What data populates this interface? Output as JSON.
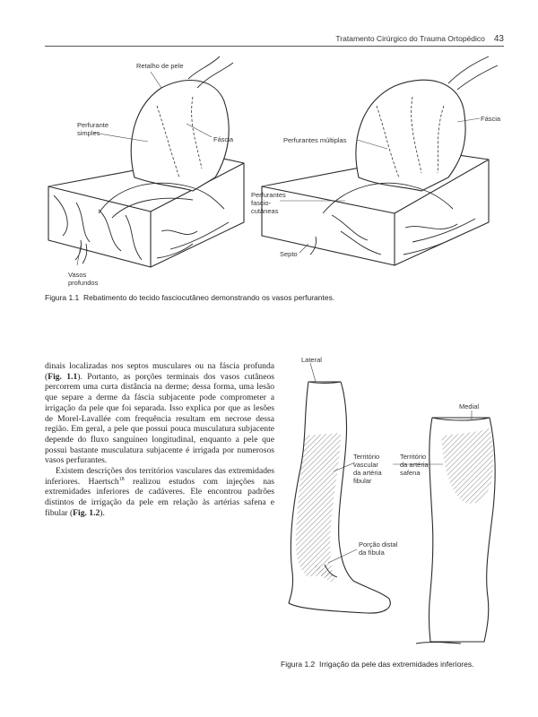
{
  "header": {
    "running_title": "Tratamento Cirúrgico do Trauma Ortopédico",
    "page_number": "43"
  },
  "figure1": {
    "labels": {
      "retalho": "Retalho de pele",
      "perfurante_simples_1": "Perfurante",
      "perfurante_simples_2": "simples",
      "fascia_left": "Fáscia",
      "vasos_1": "Vasos",
      "vasos_2": "profundos",
      "perfurantes_multiplas": "Perfurantes múltiplas",
      "fascia_right": "Fáscia",
      "fasciocut_1": "Perfurantes",
      "fasciocut_2": "fascio-",
      "fasciocut_3": "cutâneas",
      "septo": "Septo"
    },
    "caption_label": "Figura 1.1",
    "caption_text": "Rebatimento do tecido fasciocutâneo demonstrando os vasos perfurantes."
  },
  "figure2": {
    "labels": {
      "lateral": "Lateral",
      "medial": "Medial",
      "fibular_1": "Território",
      "fibular_2": "vascular",
      "fibular_3": "da artéria",
      "fibular_4": "fibular",
      "safena_1": "Território",
      "safena_2": "da artéria",
      "safena_3": "safena",
      "distal_1": "Porção distal",
      "distal_2": "da fíbula"
    },
    "caption_label": "Figura 1.2",
    "caption_text": "Irrigação da pele das extremidades inferiores."
  },
  "body": {
    "p1_a": "dinais localizadas nos septos musculares ou na fáscia profunda (",
    "p1_ref": "Fig. 1.1",
    "p1_b": "). Portanto, as porções terminais dos vasos cutâneos percorrem uma curta distância na derme; dessa forma, uma lesão que separe a derme da fáscia subjacente pode comprometer a irrigação da pele que foi separada. Isso explica por que as lesões de Morel-Lavallée com frequência resultam em necrose dessa região. Em geral, a pele que possui pouca musculatura subjacente depende do fluxo sanguíneo longitudinal, enquanto a pele que possui bastante musculatura subjacente é irrigada por numerosos vasos perfurantes.",
    "p2_a": "Existem descrições dos territórios vasculares das extremidades inferiores. Haertsch",
    "p2_sup": "18",
    "p2_b": " realizou estudos com injeções nas extremidades inferiores de cadáveres. Ele encontrou padrões distintos de irrigação da pele em relação às artérias safena e fibular (",
    "p2_ref": "Fig. 1.2",
    "p2_c": ")."
  }
}
